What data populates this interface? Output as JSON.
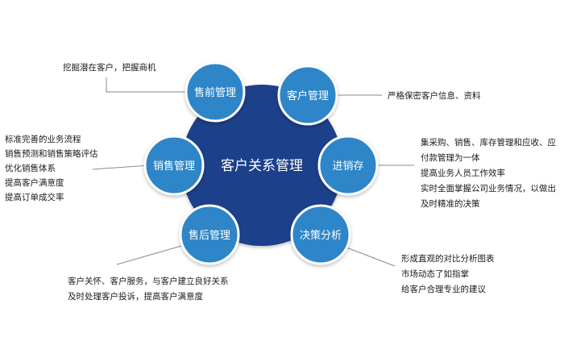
{
  "center": {
    "label": "客户关系管理"
  },
  "nodes": [
    {
      "label": "售前管理",
      "notes": [
        "挖掘潜在客户，把握商机"
      ]
    },
    {
      "label": "客户管理",
      "notes": [
        "严格保密客户信息、资料"
      ]
    },
    {
      "label": "销售管理",
      "notes": [
        "标准完善的业务流程",
        "销售预测和销售策略评估",
        "优化销售体系",
        "提高客户满意度",
        "提高订单成交率"
      ]
    },
    {
      "label": "进销存",
      "notes": [
        "集采购、销售、库存管理和应收、应",
        "付款管理为一体",
        "提高业务人员工作效率",
        "实时全面掌握公司业务情况，以做出",
        "及时精准的决策"
      ]
    },
    {
      "label": "售后管理",
      "notes": [
        "客户关怀、客户服务，与客户建立良好关系",
        "及时处理客户投诉，提高客户满意度"
      ]
    },
    {
      "label": "决策分析",
      "notes": [
        "形成直观的对比分析图表",
        "市场动态了如指掌",
        "给客户合理专业的建议"
      ]
    }
  ],
  "colors": {
    "center_fill": "#1f3f8a",
    "node_fill": "#2e86c8",
    "node_stroke": "#ffffff",
    "connector": "#8a8a8a",
    "text": "#1a1a1a"
  }
}
